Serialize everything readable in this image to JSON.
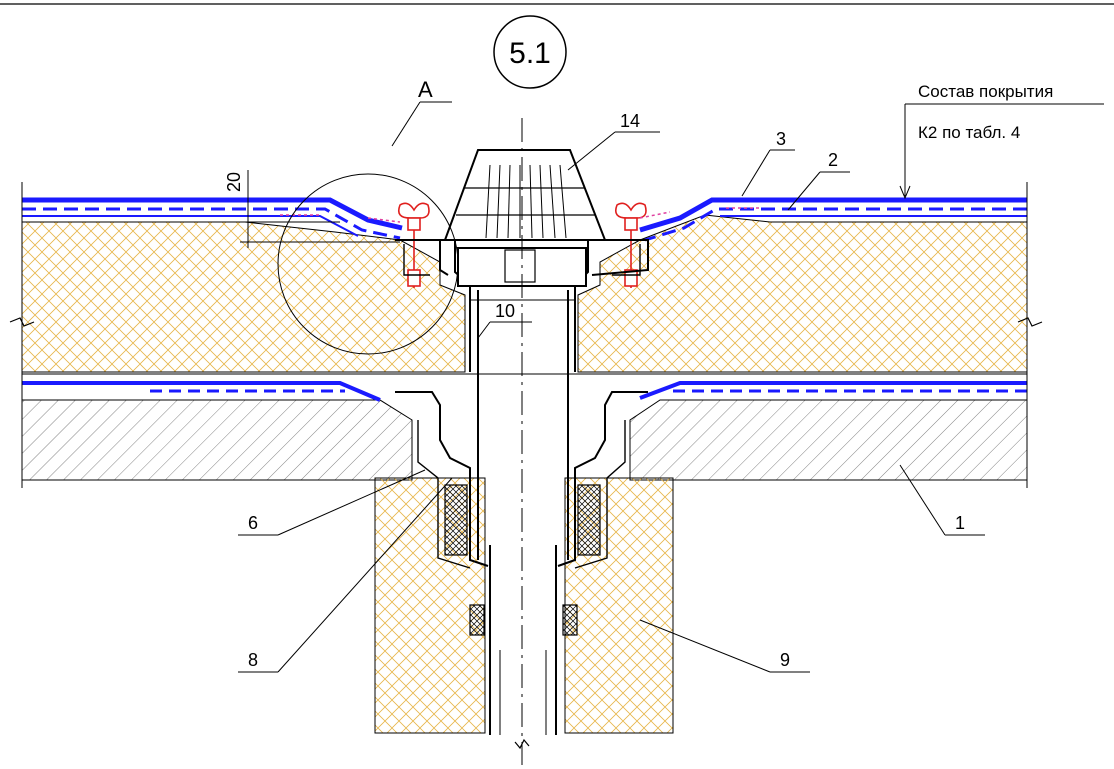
{
  "detail_number": "5.1",
  "section_mark": "A",
  "dimension": "20",
  "note": {
    "line1": "Состав покрытия",
    "line2": "К2 по табл. 4"
  },
  "callouts": {
    "c1": "1",
    "c2": "2",
    "c3": "3",
    "c6": "6",
    "c8": "8",
    "c9": "9",
    "c10": "10",
    "c14": "14"
  },
  "colors": {
    "membrane": "#1a1aff",
    "insulation_hatch": "#e7b64a",
    "bolts": "#e0201e",
    "concrete_hatch": "#555555",
    "line": "#000000"
  }
}
